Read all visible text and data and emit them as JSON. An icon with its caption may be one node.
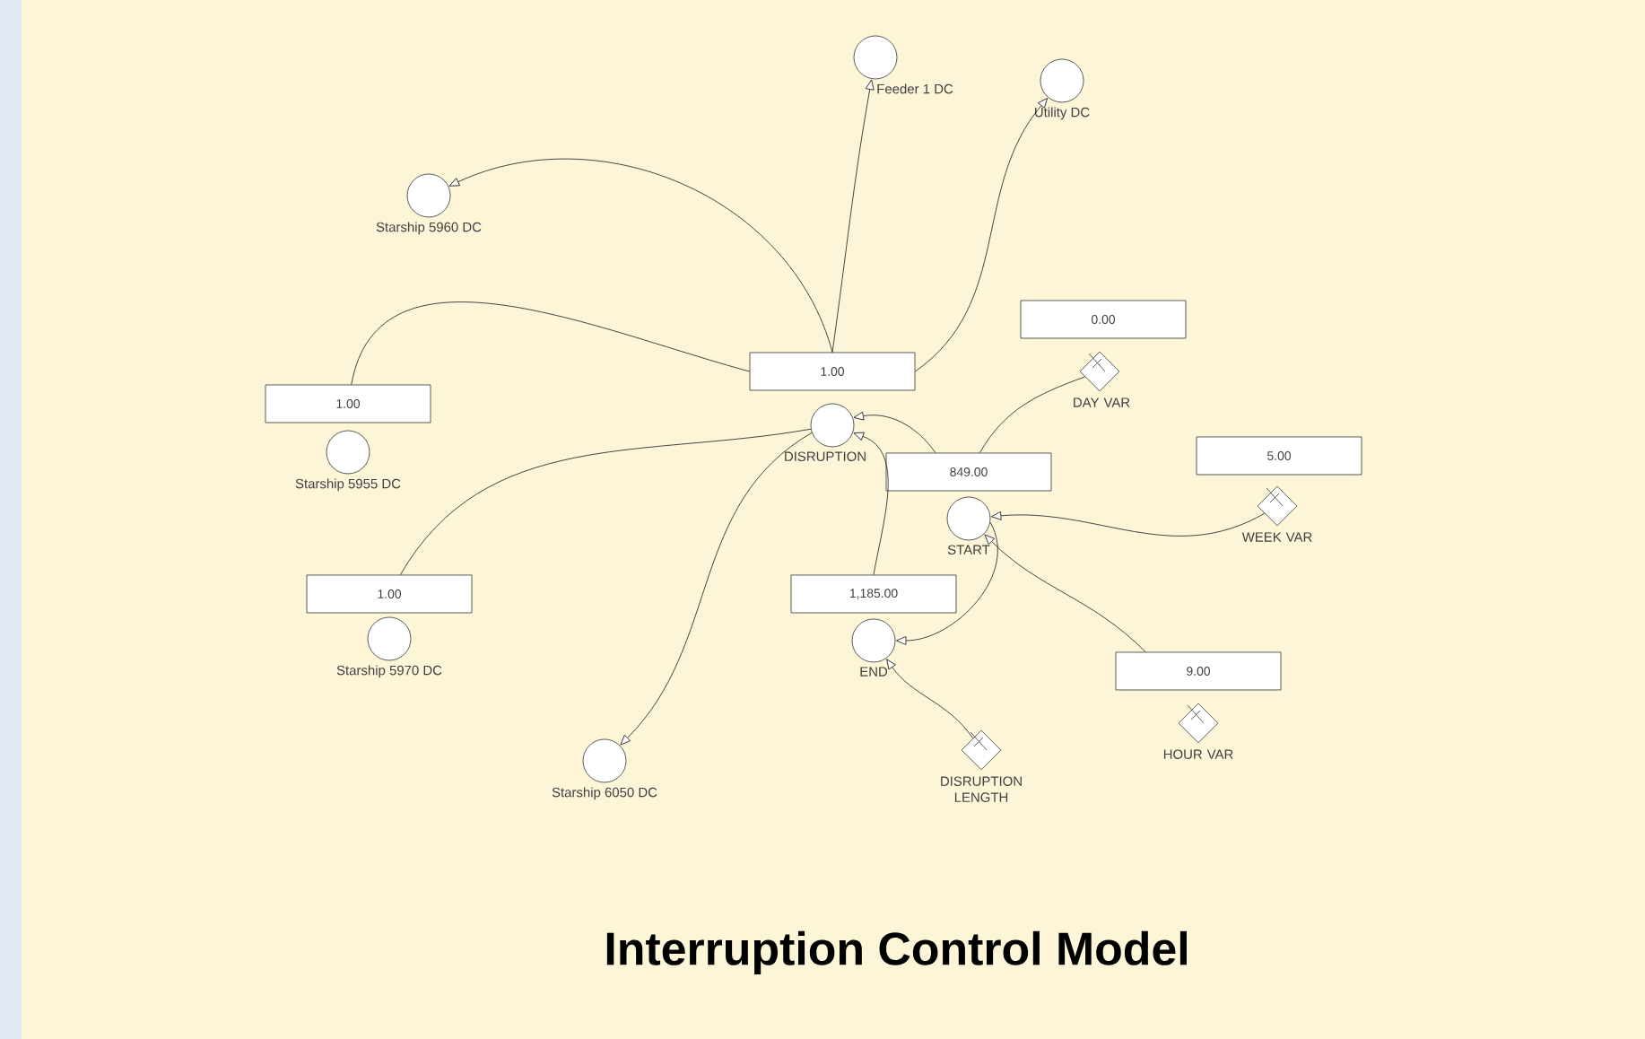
{
  "diagram": {
    "title": "Interruption Control Model",
    "nodes": [
      {
        "text": [
          "Starship 5960 DC"
        ]
      },
      {
        "text": [
          "Feeder 1 DC"
        ]
      },
      {
        "text": [
          "Utility DC"
        ]
      },
      {
        "text": [
          "1.00"
        ]
      },
      {
        "text": [
          "DISRUPTION"
        ]
      },
      {
        "text": [
          "0.00"
        ]
      },
      {
        "text": [
          "DAY VAR"
        ]
      },
      {
        "text": [
          "1.00"
        ]
      },
      {
        "text": [
          "Starship 5955 DC"
        ]
      },
      {
        "text": [
          "849.00"
        ]
      },
      {
        "text": [
          "START"
        ]
      },
      {
        "text": [
          "5.00"
        ]
      },
      {
        "text": [
          "WEEK VAR"
        ]
      },
      {
        "text": [
          "1.00"
        ]
      },
      {
        "text": [
          "Starship 5970 DC"
        ]
      },
      {
        "text": [
          "1,185.00"
        ]
      },
      {
        "text": [
          "END"
        ]
      },
      {
        "text": [
          "9.00"
        ]
      },
      {
        "text": [
          "HOUR VAR"
        ]
      },
      {
        "text": [
          "Starship 6050 DC"
        ]
      },
      {
        "text": [
          "DISRUPTION LENGTH"
        ]
      }
    ],
    "edges": [
      {
        "from": 3,
        "to": 0,
        "arrow": "to"
      },
      {
        "from": 3,
        "to": 1,
        "arrow": "to"
      },
      {
        "from": 3,
        "to": 2,
        "arrow": "to"
      },
      {
        "from": 3,
        "to": 7,
        "arrow": "none"
      },
      {
        "from": 4,
        "to": 13,
        "arrow": "none"
      },
      {
        "from": 4,
        "to": 19,
        "arrow": "to"
      },
      {
        "from": 9,
        "to": 4,
        "arrow": "to"
      },
      {
        "from": 15,
        "to": 4,
        "arrow": "to"
      },
      {
        "from": 6,
        "to": 9,
        "arrow": "none"
      },
      {
        "from": 12,
        "to": 10,
        "arrow": "to"
      },
      {
        "from": 17,
        "to": 10,
        "arrow": "to"
      },
      {
        "from": 10,
        "to": 16,
        "arrow": "to"
      },
      {
        "from": 20,
        "to": 16,
        "arrow": "to"
      }
    ]
  }
}
